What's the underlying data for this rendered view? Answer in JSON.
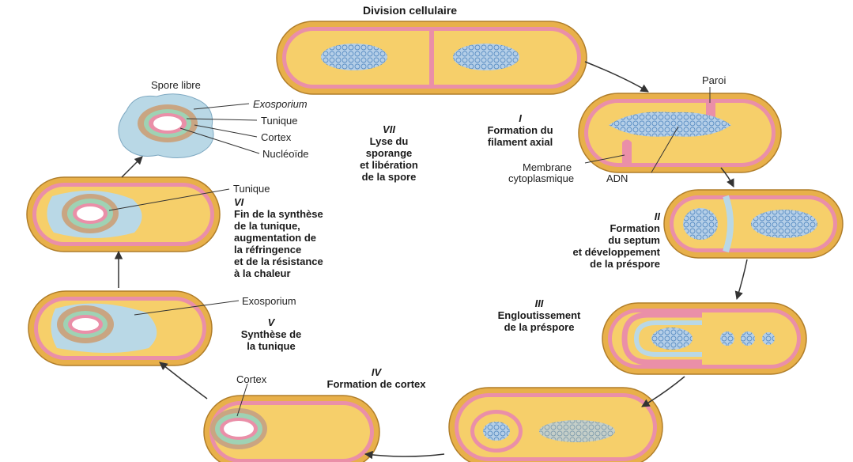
{
  "title": "Division cellulaire",
  "stages": [
    {
      "num": "I",
      "lines": [
        "Formation du",
        "filament axial"
      ]
    },
    {
      "num": "II",
      "lines": [
        "Formation",
        "du septum",
        "et développement",
        "de la préspore"
      ]
    },
    {
      "num": "III",
      "lines": [
        "Engloutissement",
        "de la préspore"
      ]
    },
    {
      "num": "IV",
      "lines": [
        "Formation de cortex"
      ]
    },
    {
      "num": "V",
      "lines": [
        "Synthèse de",
        "la tunique"
      ]
    },
    {
      "num": "VI",
      "lines": [
        "Fin de la synthèse",
        "de la tunique,",
        "augmentation de",
        "la réfringence",
        "et de la résistance",
        "à la chaleur"
      ]
    },
    {
      "num": "VII",
      "lines": [
        "Lyse du",
        "sporange",
        "et libération",
        "de la spore"
      ]
    }
  ],
  "labels": {
    "paroi": "Paroi",
    "adn": "ADN",
    "membrane": "Membrane",
    "cytoplasmique": "cytoplasmique",
    "spore_libre": "Spore libre",
    "exosporium_free": "Exosporium",
    "tunique_free": "Tunique",
    "cortex_free": "Cortex",
    "nucleoide": "Nucléoïde",
    "tunique_vi": "Tunique",
    "exosporium_v": "Exosporium",
    "cortex_iv": "Cortex"
  },
  "colors": {
    "wall_outer": "#e8b04a",
    "wall_pink": "#ea8fa8",
    "cytoplasm": "#f6cf6a",
    "dna": "#8fb6dc",
    "exosporium": "#b9d8e6",
    "cortex": "#c9a582",
    "core": "#ffffff",
    "arrow": "#333333"
  }
}
